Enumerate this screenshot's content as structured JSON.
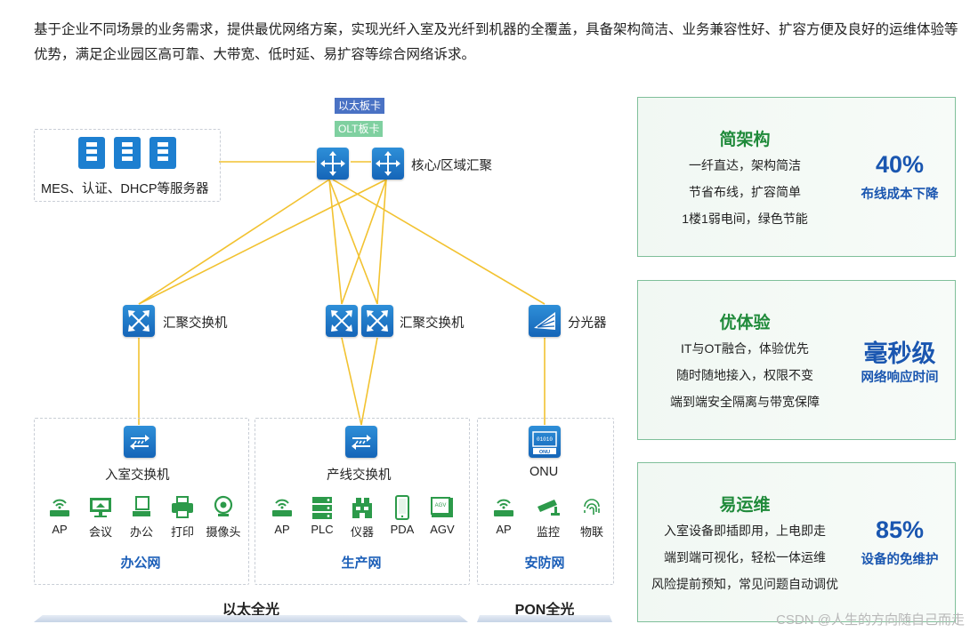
{
  "intro": "基于企业不同场景的业务需求，提供最优网络方案，实现光纤入室及光纤到机器的全覆盖，具备架构简洁、业务兼容性好、扩容方便及良好的运维体验等优势，满足企业园区高可靠、大带宽、低时延、易扩容等综合网络诉求。",
  "diagram": {
    "tag_ethernet": "以太板卡",
    "tag_olt": "OLT板卡",
    "server_label": "MES、认证、DHCP等服务器",
    "core_label": "核心/区域汇聚",
    "agg_left_label": "汇聚交换机",
    "agg_mid_label": "汇聚交换机",
    "splitter_label": "分光器",
    "office": {
      "switch_label": "入室交换机",
      "devices": [
        "AP",
        "会议",
        "办公",
        "打印",
        "摄像头"
      ],
      "net_name": "办公网"
    },
    "production": {
      "switch_label": "产线交换机",
      "devices": [
        "AP",
        "PLC",
        "仪器",
        "PDA",
        "AGV"
      ],
      "net_name": "生产网"
    },
    "security": {
      "switch_label": "ONU",
      "devices": [
        "AP",
        "监控",
        "物联"
      ],
      "net_name": "安防网"
    },
    "band_ethernet": "以太全光",
    "band_pon": "PON全光",
    "onu_icon_text": "ONU",
    "binary_icon_text": "01010",
    "agv_icon_text": "AGV"
  },
  "panels": [
    {
      "title": "简架构",
      "lines": [
        "一纤直达，架构简洁",
        "节省布线，扩容简单",
        "1楼1弱电间，绿色节能"
      ],
      "big": "40%",
      "sub": "布线成本下降"
    },
    {
      "title": "优体验",
      "lines": [
        "IT与OT融合，体验优先",
        "随时随地接入，权限不变",
        "端到端安全隔离与带宽保障"
      ],
      "big": "毫秒级",
      "sub": "网络响应时间"
    },
    {
      "title": "易运维",
      "lines": [
        "入室设备即插即用，上电即走",
        "端到端可视化，轻松一体运维",
        "风险提前预知，常见问题自动调优"
      ],
      "big": "85%",
      "sub": "设备的免维护"
    }
  ],
  "watermark": "CSDN @人生的方向随自己而走",
  "colors": {
    "link": "#f2c230",
    "brand_blue": "#1a56b0",
    "green": "#1f8a3a",
    "tag_eth": "#4a72c4",
    "tag_olt": "#7fd0a0"
  }
}
